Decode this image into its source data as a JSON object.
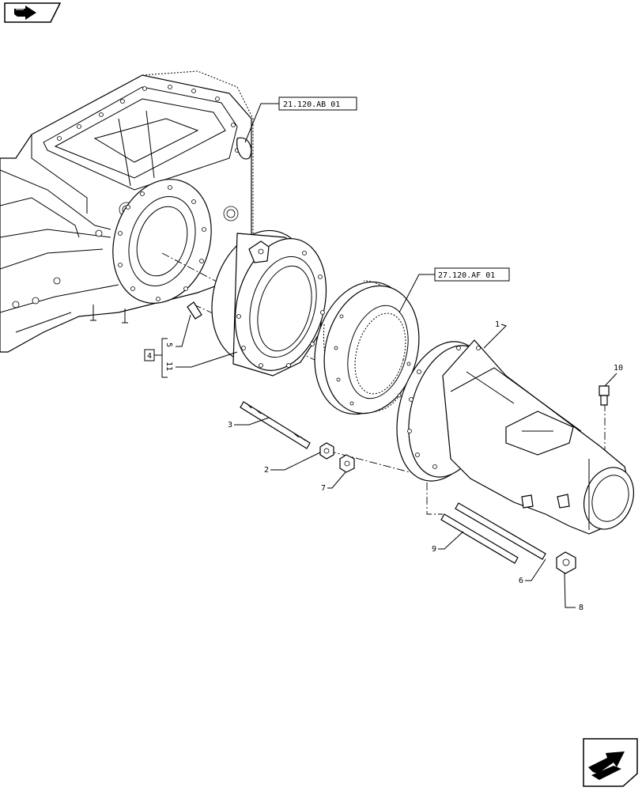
{
  "references": {
    "ref_top": "21.120.AB 01",
    "ref_mid": "27.120.AF 01"
  },
  "callouts": {
    "c1": "1",
    "c2": "2",
    "c3": "3",
    "c4": "4",
    "c5": "5",
    "c6": "6",
    "c7": "7",
    "c8": "8",
    "c9": "9",
    "c10": "10",
    "c11": "11"
  },
  "navigation": {
    "prev_icon": "previous-page-icon",
    "next_icon": "next-page-icon"
  }
}
